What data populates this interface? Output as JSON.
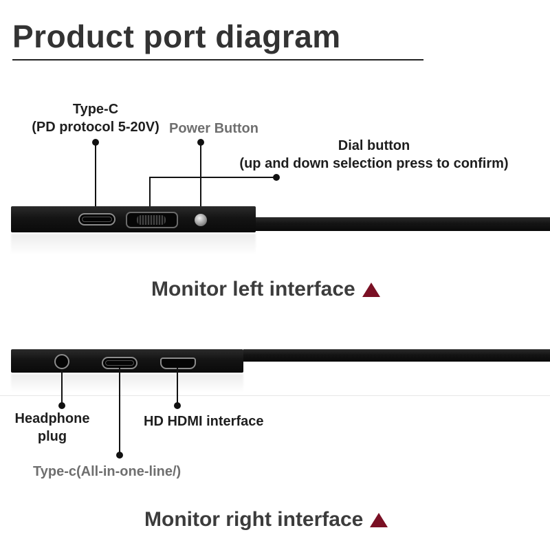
{
  "title": "Product port diagram",
  "left": {
    "heading": "Monitor left interface",
    "labels": {
      "typec_line1": "Type-C",
      "typec_line2": "(PD protocol 5-20V)",
      "power": "Power Button",
      "dial_line1": "Dial button",
      "dial_line2": "(up and down selection press to confirm)"
    }
  },
  "right": {
    "heading": "Monitor right interface",
    "labels": {
      "headphone_line1": "Headphone",
      "headphone_line2": "plug",
      "hdmi": "HD HDMI interface",
      "typec": "Type-c(All-in-one-line/)"
    }
  },
  "colors": {
    "triangle": "#7a1024",
    "title": "#333333",
    "secondary_label": "#6f6f6f"
  }
}
